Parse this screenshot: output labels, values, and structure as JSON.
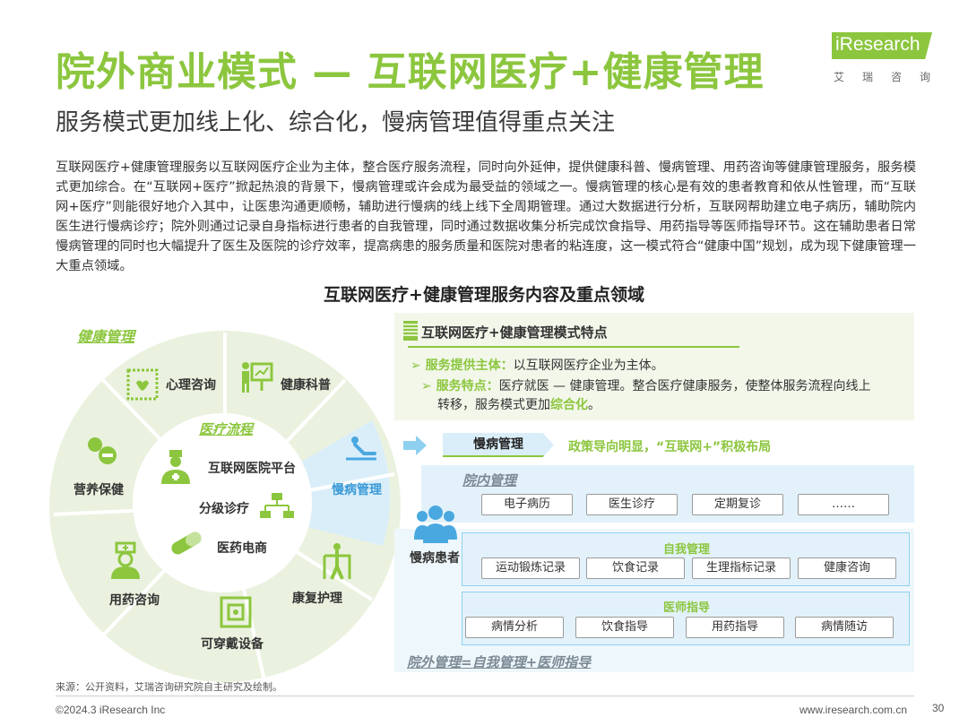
{
  "header": {
    "title": "院外商业模式 — 互联网医疗+健康管理",
    "subtitle": "服务模式更加线上化、综合化，慢病管理值得重点关注",
    "logo_text": "iResearch",
    "logo_sub": "艾瑞咨询"
  },
  "body": {
    "paragraph": "互联网医疗+健康管理服务以互联网医疗企业为主体，整合医疗服务流程，同时向外延伸，提供健康科普、慢病管理、用药咨询等健康管理服务，服务模式更加综合。在“互联网+医疗”掀起热浪的背景下，慢病管理或许会成为最受益的领域之一。慢病管理的核心是有效的患者教育和依从性管理，而“互联网+医疗”则能很好地介入其中，让医患沟通更顺畅，辅助进行慢病的线上线下全周期管理。通过大数据进行分析，互联网帮助建立电子病历，辅助院内医生进行慢病诊疗；院外则通过记录自身指标进行患者的自我管理，同时通过数据收集分析完成饮食指导、用药指导等医师指导环节。这在辅助患者日常慢病管理的同时也大幅提升了医生及医院的诊疗效率，提高病患的服务质量和医院对患者的粘连度，这一模式符合“健康中国”规划，成为现下健康管理一大重点领域。"
  },
  "diagram": {
    "title": "互联网医疗+健康管理服务内容及重点领域",
    "wheel": {
      "health_label": "健康管理",
      "segments": {
        "psych": "心理咨询",
        "science": "健康科普",
        "chronic": "慢病管理",
        "rehab": "康复护理",
        "wearable": "可穿戴设备",
        "medication": "用药咨询",
        "nutrition": "营养保健"
      },
      "inner_title": "医疗流程",
      "inner_items": {
        "platform": "互联网医院平台",
        "triage": "分级诊疗",
        "ecommerce": "医药电商"
      }
    },
    "features": {
      "title": "互联网医疗+健康管理模式特点",
      "line1_key": "服务提供主体：",
      "line1_val": "以互联网医疗企业为主体。",
      "line2_key": "服务特点：",
      "line2_val": "医疗就医 — 健康管理。整合医疗健康服务，使整体服务流程向线上",
      "line2_cont_pre": "转移，服务模式更加",
      "line2_accent": "综合化",
      "line2_end": "。"
    },
    "chronic": {
      "tag": "慢病管理",
      "policy": "政策导向明显，“互联网+”积极布局",
      "patient": "慢病患者",
      "in_hospital": {
        "label": "院内管理",
        "items": [
          "电子病历",
          "医生诊疗",
          "定期复诊",
          "……"
        ]
      },
      "self_mgmt": {
        "label": "自我管理",
        "items": [
          "运动锻炼记录",
          "饮食记录",
          "生理指标记录",
          "健康咨询"
        ]
      },
      "doctor_guide": {
        "label": "医师指导",
        "items": [
          "病情分析",
          "饮食指导",
          "用药指导",
          "病情随访"
        ]
      },
      "out_hospital": "院外管理=自我管理+医师指导"
    }
  },
  "footer": {
    "source": "来源：公开资料，艾瑞咨询研究院自主研究及绘制。",
    "copyright": "©2024.3 iResearch Inc",
    "url": "www.iresearch.com.cn",
    "page": "30"
  },
  "colors": {
    "brand_green": "#8cc63e",
    "light_blue": "#e3f2fa",
    "accent_blue": "#4aa8e0"
  }
}
